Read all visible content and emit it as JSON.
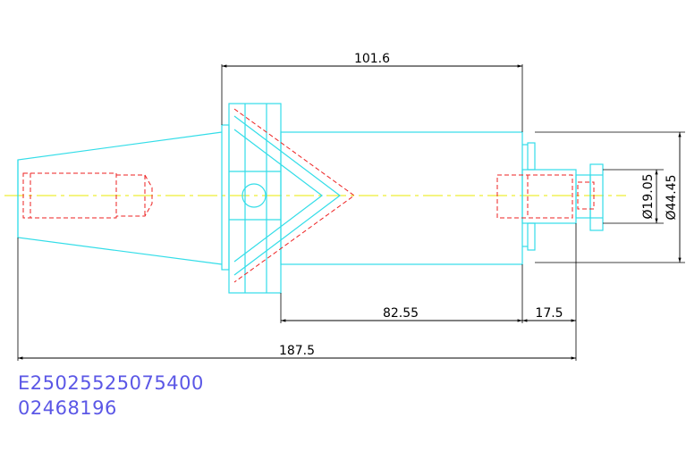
{
  "dimensions": {
    "top_length": "101.6",
    "body_length": "82.55",
    "stub_length": "17.5",
    "overall_length": "187.5",
    "inner_diameter": "Ø19.05",
    "outer_diameter": "Ø44.45"
  },
  "part": {
    "code": "E25025525075400",
    "number": "02468196"
  },
  "colors": {
    "outline": "#33dde8",
    "hidden": "#ee2222",
    "centerline": "#e8e800",
    "dimension": "#000000",
    "code_text": "#5b57e6"
  }
}
